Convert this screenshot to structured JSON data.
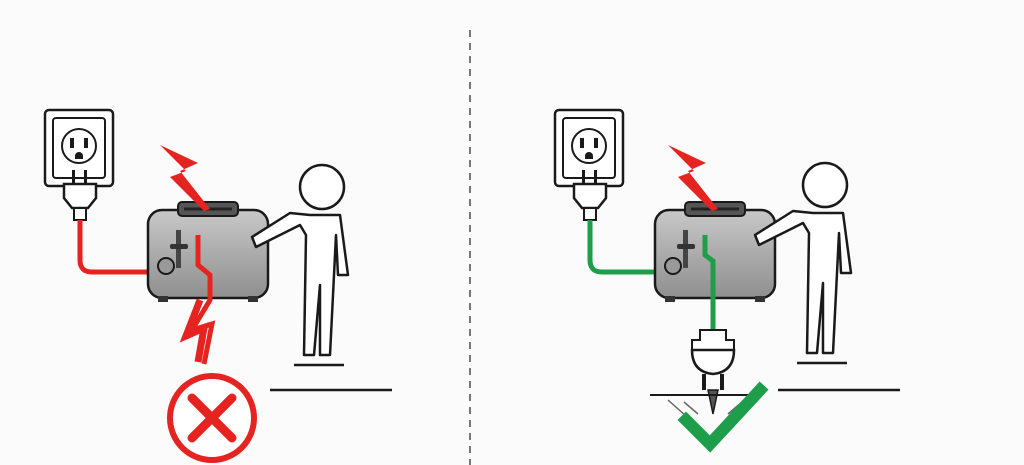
{
  "panels": [
    {
      "id": "ungrounded",
      "status": "unsafe",
      "status_icon": "red-x-circle-icon"
    },
    {
      "id": "grounded",
      "status": "safe",
      "status_icon": "green-checkmark-icon"
    }
  ],
  "colors": {
    "danger": "#e52421",
    "safe": "#1e9e4a",
    "toaster": "#a9a9a9",
    "outline": "#1a1a1a",
    "divider": "#777777"
  }
}
